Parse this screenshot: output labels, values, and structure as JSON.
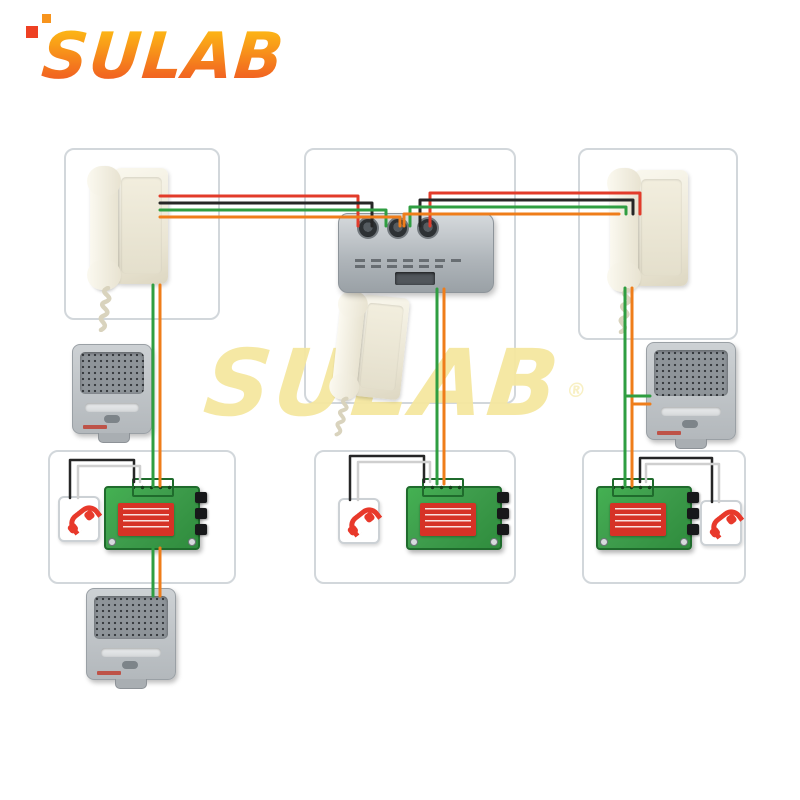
{
  "logo": {
    "text": "SULAB"
  },
  "watermark": {
    "text": "SULAB",
    "registered": "®"
  },
  "colors": {
    "logo-top": "#fcb515",
    "logo-bottom": "#f05a22",
    "watermark": "#f5e7a0",
    "wire-red": "#e23b2a",
    "wire-black": "#262626",
    "wire-green": "#2f9e41",
    "wire-orange": "#ef7d1a",
    "wire-grey": "#cfcfcf",
    "phone-red": "#e8392b",
    "panel-border": "#d2d7db",
    "pcb-green": "#3f9e4d",
    "pcb-green-dark": "#1f6b2c",
    "pcb-label": "#d63226",
    "terminal-green": "#44b152"
  },
  "icons": {
    "wall_handset": "wall-intercom-handset-unit",
    "master_box": "intercom-master-control-box",
    "speaker_station": "intercom-speaker-station",
    "pcb_module": "intercom-pcb-module",
    "telephone_icon": "red-telephone-handset-icon",
    "wiring": "red-black-green-orange-wires"
  }
}
